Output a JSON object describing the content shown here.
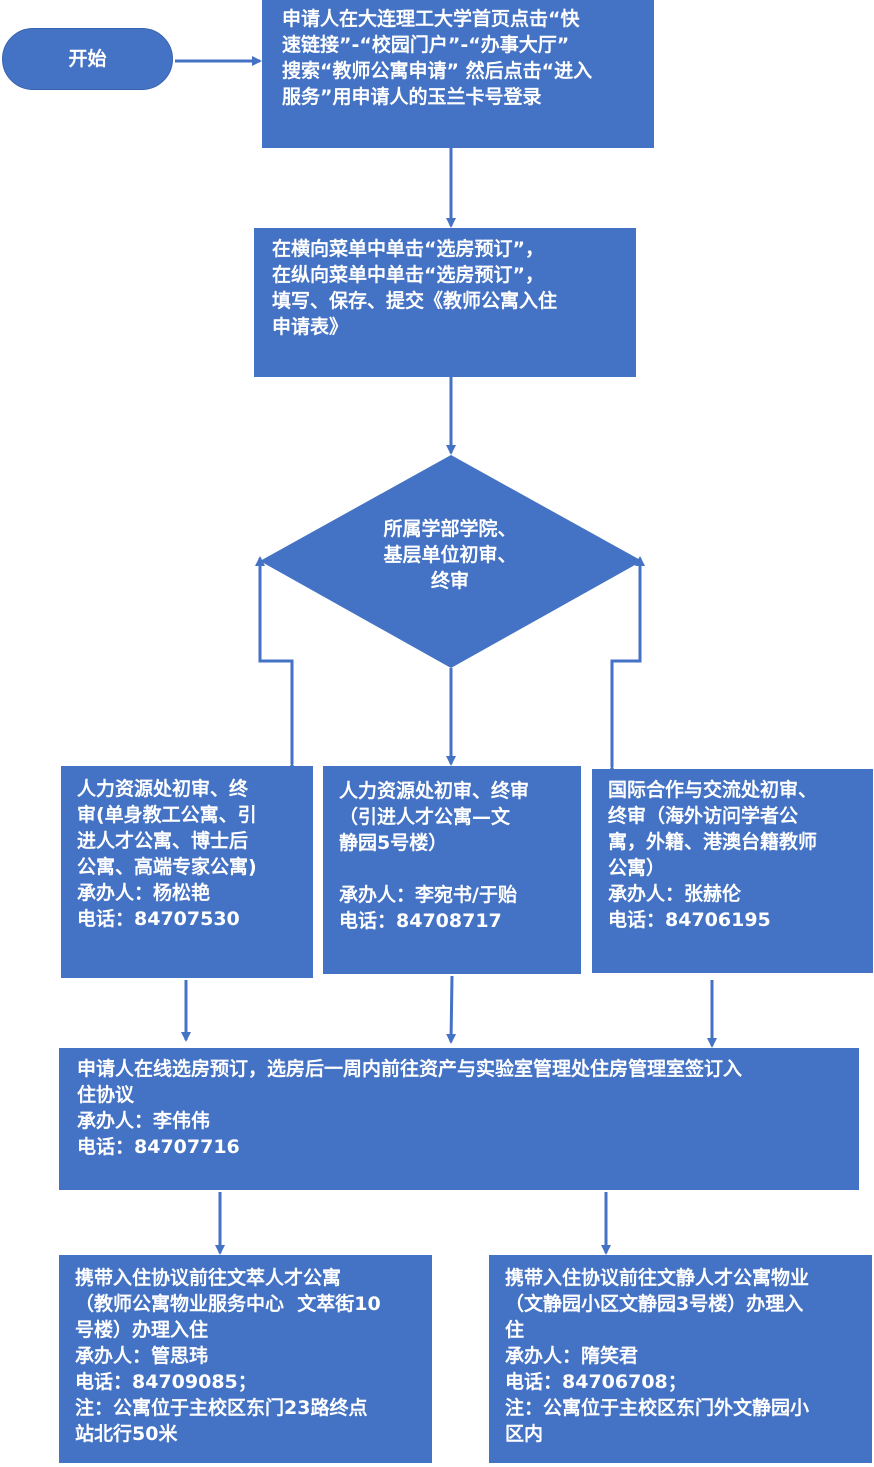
{
  "start": {
    "label": "开始"
  },
  "step1": {
    "lines": [
      "申请人在大连理工大学首页点击“快",
      "速链接”-“校园门户”-“办事大厅”",
      "搜索“教师公寓申请” 然后点击“进入",
      "服务”用申请人的玉兰卡号登录"
    ]
  },
  "step2": {
    "lines": [
      "在横向菜单中单击“选房预订”，",
      "在纵向菜单中单击“选房预订”，",
      "填写、保存、提交《教师公寓入住",
      "申请表》"
    ]
  },
  "decision": {
    "lines": [
      "所属学部学院、",
      "基层单位初审、",
      "终审"
    ]
  },
  "review_hr_single": {
    "lines": [
      "人力资源处初审、终",
      "审(单身教工公寓、引",
      "进人才公寓、博士后",
      "公寓、高端专家公寓)",
      "承办人：杨松艳",
      "电话：84707530"
    ]
  },
  "review_hr_talent": {
    "lines": [
      "人力资源处初审、终审",
      "（引进人才公寓—文",
      "静园5号楼）",
      "",
      "承办人：李宛书/于贻",
      "电话：84708717"
    ]
  },
  "review_intl": {
    "lines": [
      "国际合作与交流处初审、",
      "终审（海外访问学者公",
      "寓，外籍、港澳台籍教师",
      "公寓）",
      "承办人：张赫伦",
      "电话：84706195"
    ]
  },
  "sign": {
    "lines": [
      "申请人在线选房预订，选房后一周内前往资产与实验室管理处住房管理室签订入",
      "住协议",
      "承办人：李伟伟",
      "电话：84707716"
    ]
  },
  "checkin_wencui": {
    "lines": [
      "携带入住协议前往文萃人才公寓",
      "（教师公寓物业服务中心  文萃街10",
      "号楼）办理入住",
      "承办人：管思玮",
      "电话：84709085；",
      "注：公寓位于主校区东门23路终点",
      "站北行50米"
    ]
  },
  "checkin_wenjing": {
    "lines": [
      "携带入住协议前往文静人才公寓物业",
      "（文静园小区文静园3号楼）办理入",
      "住",
      "承办人：隋笑君",
      "电话：84706708；",
      "注：公寓位于主校区东门外文静园小",
      "区内"
    ]
  },
  "colors": {
    "fill": "#4472C4",
    "text": "#FFFFFF",
    "connector": "#4472C4"
  }
}
